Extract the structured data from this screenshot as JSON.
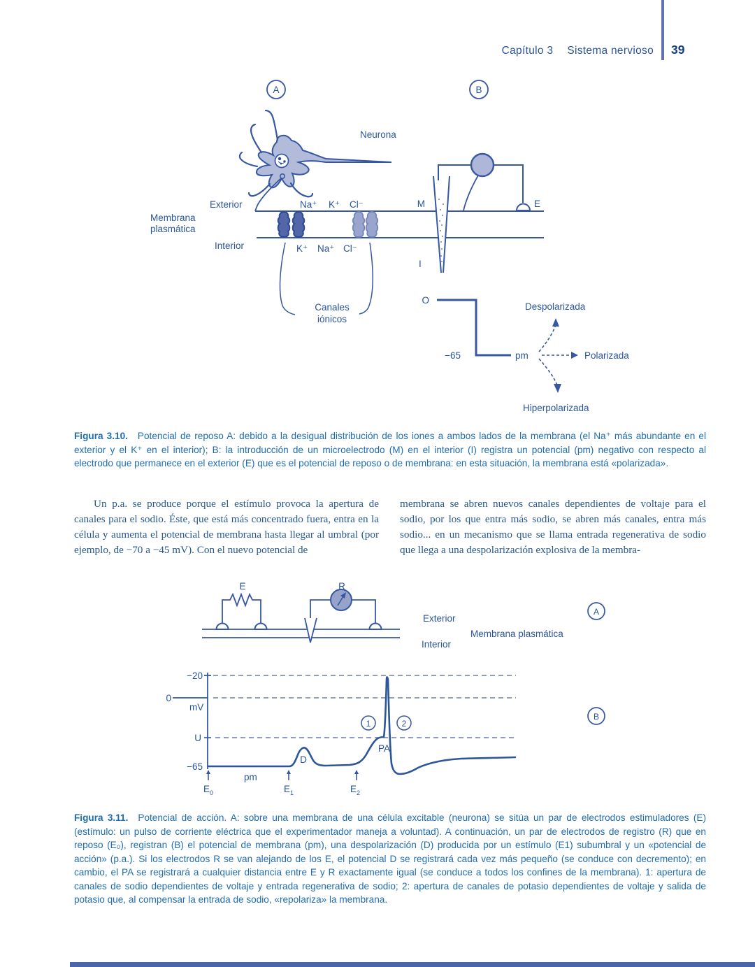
{
  "header": {
    "chapter_label": "Capítulo 3",
    "section_label": "Sistema nervioso",
    "page_number": "39"
  },
  "figure310": {
    "labels": {
      "panel_a": "A",
      "panel_b": "B",
      "neurona": "Neurona",
      "exterior": "Exterior",
      "membrana_line1": "Membrana",
      "membrana_line2": "plasmática",
      "interior": "Interior",
      "ions_top": [
        "Na⁺",
        "K⁺",
        "Cl⁻"
      ],
      "ions_bottom": [
        "K⁺",
        "Na⁺",
        "Cl⁻"
      ],
      "canales_line1": "Canales",
      "canales_line2": "iónicos",
      "m": "M",
      "e": "E",
      "i": "I",
      "o": "O",
      "minus65": "−65",
      "pm": "pm",
      "despolarizada": "Despolarizada",
      "polarizada": "Polarizada",
      "hiperpolarizada": "Hiperpolarizada"
    },
    "caption": {
      "label": "Figura 3.10.",
      "text": "Potencial de reposo A: debido a la desigual distribución de los iones a ambos lados de la membrana (el Na⁺ más abundante en el exterior y el K⁺ en el interior); B: la introducción de un microelectrodo (M) en el interior (I) registra un potencial (pm) negativo con respecto al electrodo que permanece en el exterior (E) que es el potencial de reposo o de membrana: en esta situación, la membrana está «polarizada»."
    }
  },
  "body": {
    "col_left": "Un p.a. se produce porque el estímulo provoca la apertura de canales para el sodio. Éste, que está más concentrado fuera, entra en la célula y aumenta el potencial de membrana hasta llegar al umbral (por ejemplo, de −70 a −45 mV). Con el nuevo potencial de",
    "col_right": "membrana se abren nuevos canales dependientes de voltaje para el sodio, por los que entra más sodio, se abren más canales, entra más sodio... en un mecanismo que se llama entrada regenerativa de sodio que llega a una despolarización explosiva de la membra-"
  },
  "figure311": {
    "labels": {
      "e": "E",
      "r": "R",
      "exterior": "Exterior",
      "interior": "Interior",
      "membrana": "Membrana plasmática",
      "panel_a": "A",
      "panel_b": "B",
      "y_minus20": "−20",
      "y_zero": "0",
      "mv": "mV",
      "u": "U",
      "y_minus65": "−65",
      "d": "D",
      "pa": "PA",
      "n1": "1",
      "n2": "2",
      "pm": "pm",
      "e0_main": "E",
      "e0_sub": "0",
      "e1_main": "E",
      "e1_sub": "1",
      "e2_main": "E",
      "e2_sub": "2"
    },
    "caption": {
      "label": "Figura 3.11.",
      "text": "Potencial de acción. A: sobre una membrana de una célula excitable (neurona) se sitúa un par de electrodos estimuladores (E) (estímulo: un pulso de corriente eléctrica que el experimentador maneja a voluntad). A continuación, un par de electrodos de registro (R) que en reposo (E₀), registran (B) el potencial de membrana (pm), una despolarización (D) producida por un estímulo (E1) subumbral y un «potencial de acción» (p.a.). Si los electrodos R se van alejando de los E, el potencial D se registrará cada vez más pequeño (se conduce con decremento); en cambio, el PA se registrará a cualquier distancia entre E y R exactamente igual (se conduce a todos los confines de la membrana). 1: apertura de canales de sodio dependientes de voltaje y entrada regenerativa de sodio; 2: apertura de canales de potasio dependientes de voltaje y salida de potasio que, al compensar la entrada de sodio, «repolariza» la membrana."
    }
  },
  "colors": {
    "header_blue": "#2a549b",
    "page_number_blue": "#173e7c",
    "caption_blue": "#1f6cb0",
    "body_blue": "#27598f",
    "figure_stroke": "#3757a3",
    "trace_blue": "#2d5699",
    "light_fill": "#aeb7d7",
    "channel_dark": "#5266a8",
    "channel_light": "#99a5cd",
    "bar_blue": "#6273ac"
  }
}
